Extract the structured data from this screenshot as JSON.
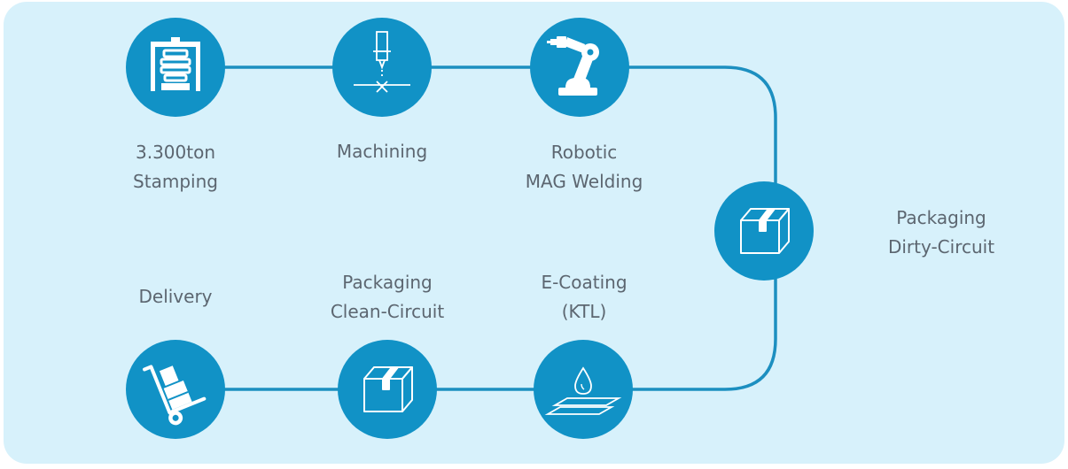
{
  "steps": [
    {
      "id": "stamping",
      "icon": "press-icon",
      "lines": [
        "3.300ton",
        "Stamping"
      ]
    },
    {
      "id": "machining",
      "icon": "cnc-tool-icon",
      "lines": [
        "Machining"
      ]
    },
    {
      "id": "welding",
      "icon": "robot-arm-icon",
      "lines": [
        "Robotic",
        "MAG Welding"
      ]
    },
    {
      "id": "packaging-dirty",
      "icon": "box-icon",
      "lines": [
        "Packaging",
        "Dirty-Circuit"
      ]
    },
    {
      "id": "ecoating",
      "icon": "drop-plates-icon",
      "lines": [
        "E-Coating",
        "(KTL)"
      ]
    },
    {
      "id": "packaging-clean",
      "icon": "box-icon",
      "lines": [
        "Packaging",
        "Clean-Circuit"
      ]
    },
    {
      "id": "delivery",
      "icon": "hand-truck-icon",
      "lines": [
        "Delivery"
      ]
    }
  ],
  "colors": {
    "panel": "#d7f1fb",
    "node": "#1192c6",
    "connector": "#1c8fc0",
    "text": "#5c6670",
    "icon": "#ffffff"
  }
}
